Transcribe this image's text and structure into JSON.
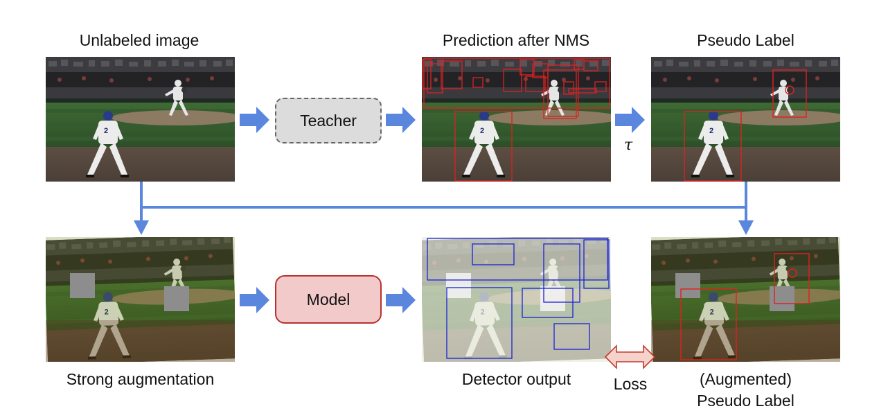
{
  "labels": {
    "unlabeled_image": "Unlabeled image",
    "prediction_after_nms": "Prediction after NMS",
    "pseudo_label": "Pseudo Label",
    "strong_augmentation": "Strong augmentation",
    "detector_output": "Detector output",
    "loss": "Loss",
    "augmented_line1": "(Augmented)",
    "augmented_line2": "Pseudo Label"
  },
  "nodes": {
    "teacher": "Teacher",
    "model": "Model"
  },
  "threshold_symbol": "τ",
  "colors": {
    "flow_arrow": "#5b86dd",
    "teacher_fill": "#dcdcdc",
    "teacher_border": "#666666",
    "model_fill": "#f2caca",
    "model_border": "#b8312f",
    "loss_arrow_fill": "#f6d2cc",
    "loss_arrow_stroke": "#c0392b",
    "red_box": "#e02020",
    "blue_box": "#1a22d8"
  },
  "icons": {
    "photo": "baseball-scene-photo"
  }
}
